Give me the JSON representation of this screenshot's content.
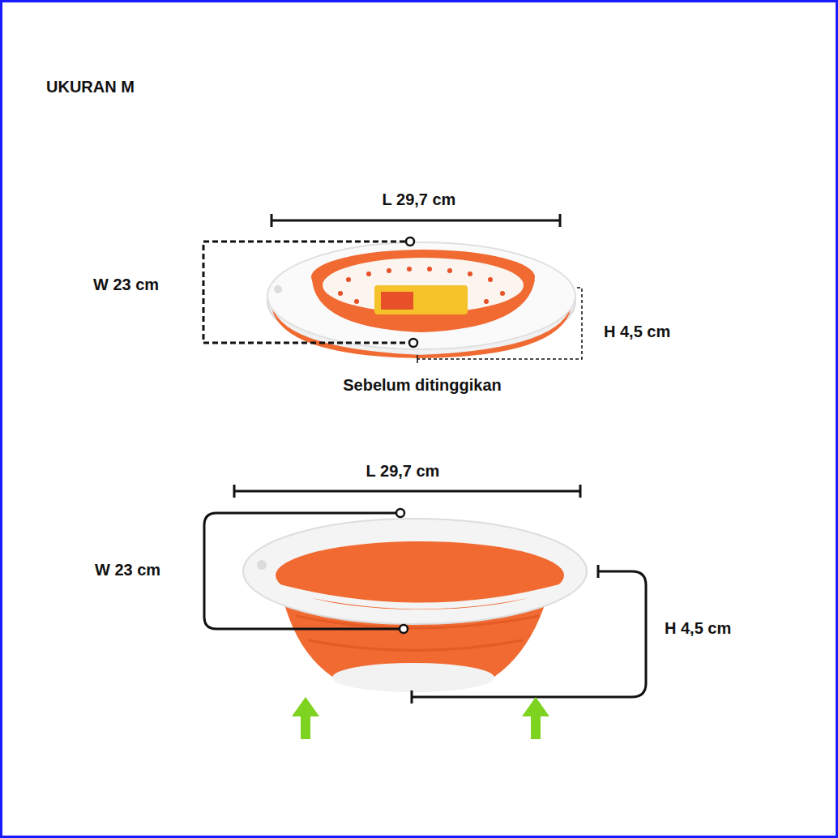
{
  "diagram": {
    "title": "UKURAN M",
    "labels": [
      "L 29,7 cm",
      "W 23 cm",
      "H 4,5 cm",
      "Sebelum ditinggikan",
      "L 29,7 cm",
      "W 23 cm",
      "H 4,5 cm"
    ]
  }
}
